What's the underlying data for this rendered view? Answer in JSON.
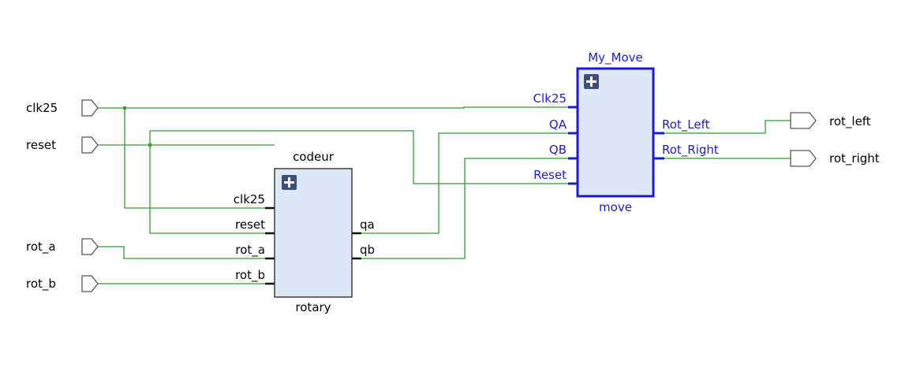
{
  "colors": {
    "wire": "#2ea02e",
    "selected": "#1b1bd6",
    "block_fill": "#dfe8f7",
    "expand_button": "#3d5078"
  },
  "top_ports": {
    "inputs": [
      "clk25",
      "reset",
      "rot_a",
      "rot_b"
    ],
    "outputs": [
      "rot_left",
      "rot_right"
    ]
  },
  "codeur": {
    "instance_name": "codeur",
    "cell_name": "rotary",
    "expand_icon": "plus-icon",
    "inputs": [
      "clk25",
      "reset",
      "rot_a",
      "rot_b"
    ],
    "outputs": [
      "qa",
      "qb"
    ]
  },
  "my_move": {
    "instance_name": "My_Move",
    "cell_name": "move",
    "expand_icon": "plus-icon",
    "inputs": [
      "Clk25",
      "QA",
      "QB",
      "Reset"
    ],
    "outputs": [
      "Rot_Left",
      "Rot_Right"
    ]
  }
}
